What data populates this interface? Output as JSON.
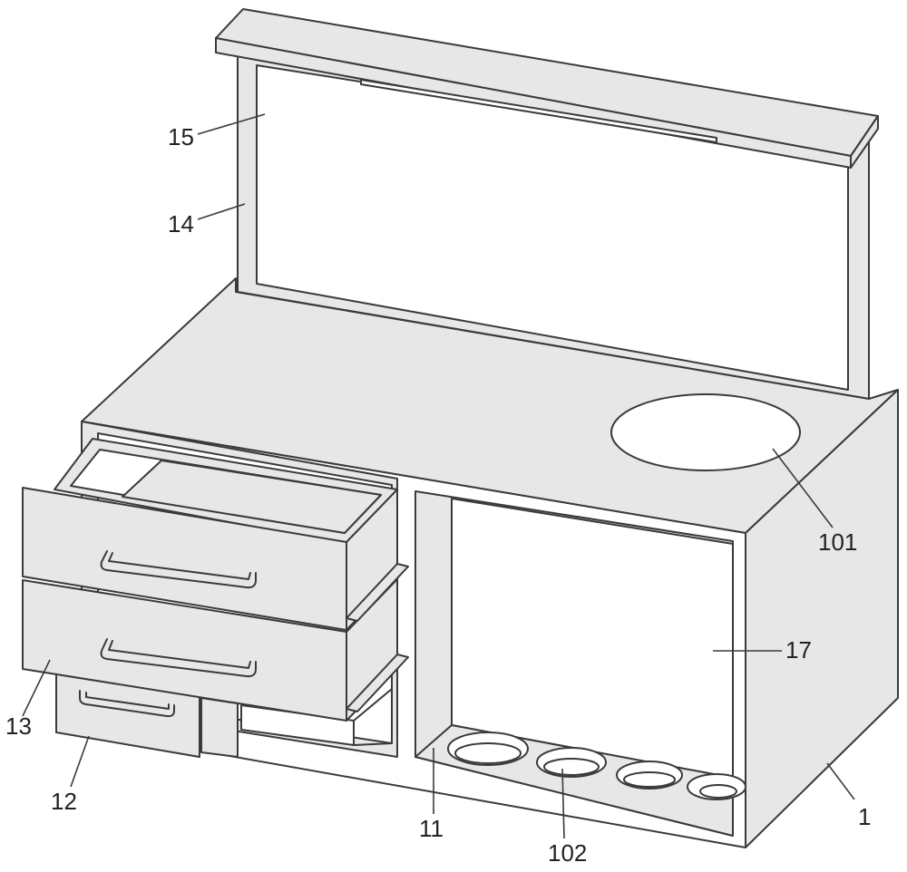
{
  "labels": {
    "l1": "1",
    "l11": "11",
    "l12": "12",
    "l13": "13",
    "l14": "14",
    "l15": "15",
    "l17": "17",
    "l101": "101",
    "l102": "102"
  },
  "colors": {
    "line": "#3a3a3a",
    "fill": "#e7e7e7",
    "background": "#ffffff"
  }
}
